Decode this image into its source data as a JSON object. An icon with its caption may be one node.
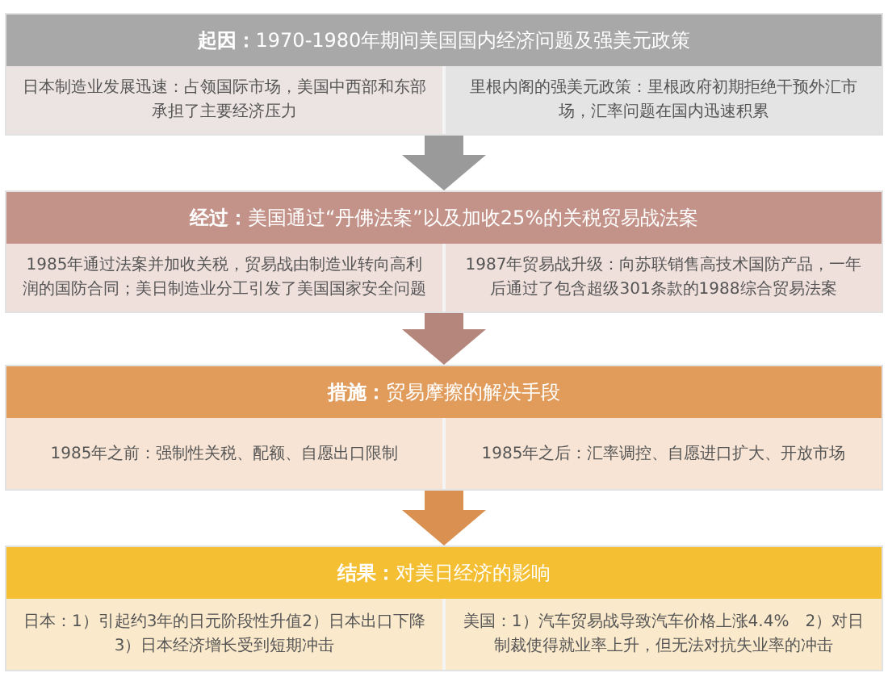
{
  "diagram": {
    "nodes": [
      {
        "text": [
          "**起因：**1970-1980年期间美国国内经济问题及强美元政策"
        ]
      },
      {
        "text": [
          "日本制造业发展迅速：占领国际市场，美国中西部和东部承担了主要经济压力"
        ],
        "in": 0
      },
      {
        "text": [
          "里根内阁的强美元政策：里根政府初期拒绝干预外汇市场，汇率问题在国内迅速积累"
        ],
        "in": 0
      },
      {
        "text": [
          "**经过：**美国通过“丹佛法案”以及加收25%的关税贸易战法案"
        ]
      },
      {
        "text": [
          "1985年通过法案并加收关税，贸易战由制造业转向高利润的国防合同；美日制造业分工引发了美国国家安全问题"
        ],
        "in": 3
      },
      {
        "text": [
          "1987年贸易战升级：向苏联销售高技术国防产品，一年后通过了包含超级301条款的1988综合贸易法案"
        ],
        "in": 3
      },
      {
        "text": [
          "**措施：**贸易摩擦的解决手段"
        ]
      },
      {
        "text": [
          "1985年之前：强制性关税、配额、自愿出口限制"
        ],
        "in": 6
      },
      {
        "text": [
          "1985年之后：汇率调控、自愿进口扩大、开放市场"
        ],
        "in": 6
      },
      {
        "text": [
          "**结果：**对美日经济的影响"
        ]
      },
      {
        "text": [
          "日本：1）引起约3年的日元阶段性升值2）日本出口下降3）日本经济增长受到短期冲击"
        ],
        "in": 9
      },
      {
        "text": [
          "美国：1）汽车贸易战导致汽车价格上涨4.4%　2）对日制裁使得就业率上升，但无法对抗失业率的冲击"
        ],
        "in": 9
      }
    ],
    "edges": [
      {
        "from": 0,
        "to": 3,
        "arrow": "to",
        "color": "#9a9a9a"
      },
      {
        "from": 3,
        "to": 6,
        "arrow": "to",
        "color": "#b5877c"
      },
      {
        "from": 6,
        "to": 9,
        "arrow": "to",
        "color": "#d99050"
      }
    ]
  }
}
